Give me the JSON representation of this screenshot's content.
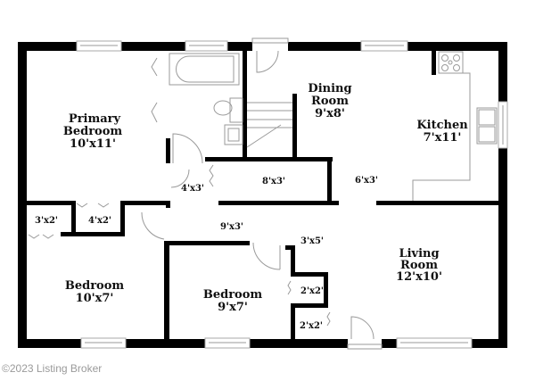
{
  "floor_plan": {
    "rooms": {
      "primary_bedroom": {
        "name_line1": "Primary",
        "name_line2": "Bedroom",
        "size": "10'x11'"
      },
      "dining_room": {
        "name_line1": "Dining",
        "name_line2": "Room",
        "size": "9'x8'"
      },
      "kitchen": {
        "name": "Kitchen",
        "size": "7'x11'"
      },
      "bedroom_left": {
        "name": "Bedroom",
        "size": "10'x7'"
      },
      "bedroom_mid": {
        "name": "Bedroom",
        "size": "9'x7'"
      },
      "living_room": {
        "name_line1": "Living",
        "name_line2": "Room",
        "size": "12'x10'"
      }
    },
    "small_spaces": {
      "hall_4x3": "4'x3'",
      "closet_8x3": "8'x3'",
      "passage_6x3": "6'x3'",
      "closet_3x2": "3'x2'",
      "closet_4x2": "4'x2'",
      "hall_9x3": "9'x3'",
      "foyer_3x5": "3'x5'",
      "closet_2x2_upper": "2'x2'",
      "closet_2x2_lower": "2'x2'"
    },
    "colors": {
      "wall": "#000000",
      "fixture": "#9a9a9a",
      "text": "#111111",
      "watermark": "#9a9a9a"
    }
  },
  "watermark": "©2023 Listing Broker"
}
